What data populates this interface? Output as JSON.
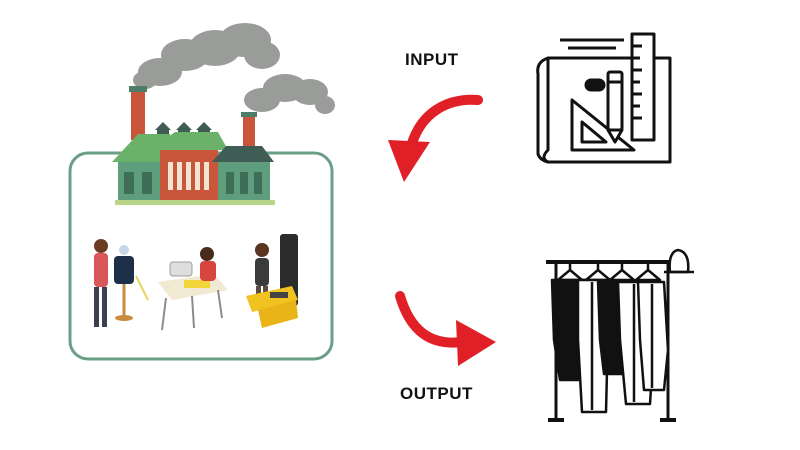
{
  "labels": {
    "input": "INPUT",
    "output": "OUTPUT"
  },
  "icons": {
    "factory": "factory-icon",
    "workers": "garment-workers-illustration",
    "blueprint": "design-blueprint-icon",
    "clothes_rack": "clothes-rack-icon",
    "arrow_in": "red-curved-arrow-icon",
    "arrow_out": "red-curved-arrow-icon"
  },
  "colors": {
    "frame": "#6b9e86",
    "arrow": "#e01f26",
    "smoke": "#9a9c9a",
    "brick": "#c9553a",
    "house_green": "#5f9e7c",
    "roof_green": "#6cb16a",
    "dark_roof": "#3f5d55",
    "ink": "#111111"
  }
}
